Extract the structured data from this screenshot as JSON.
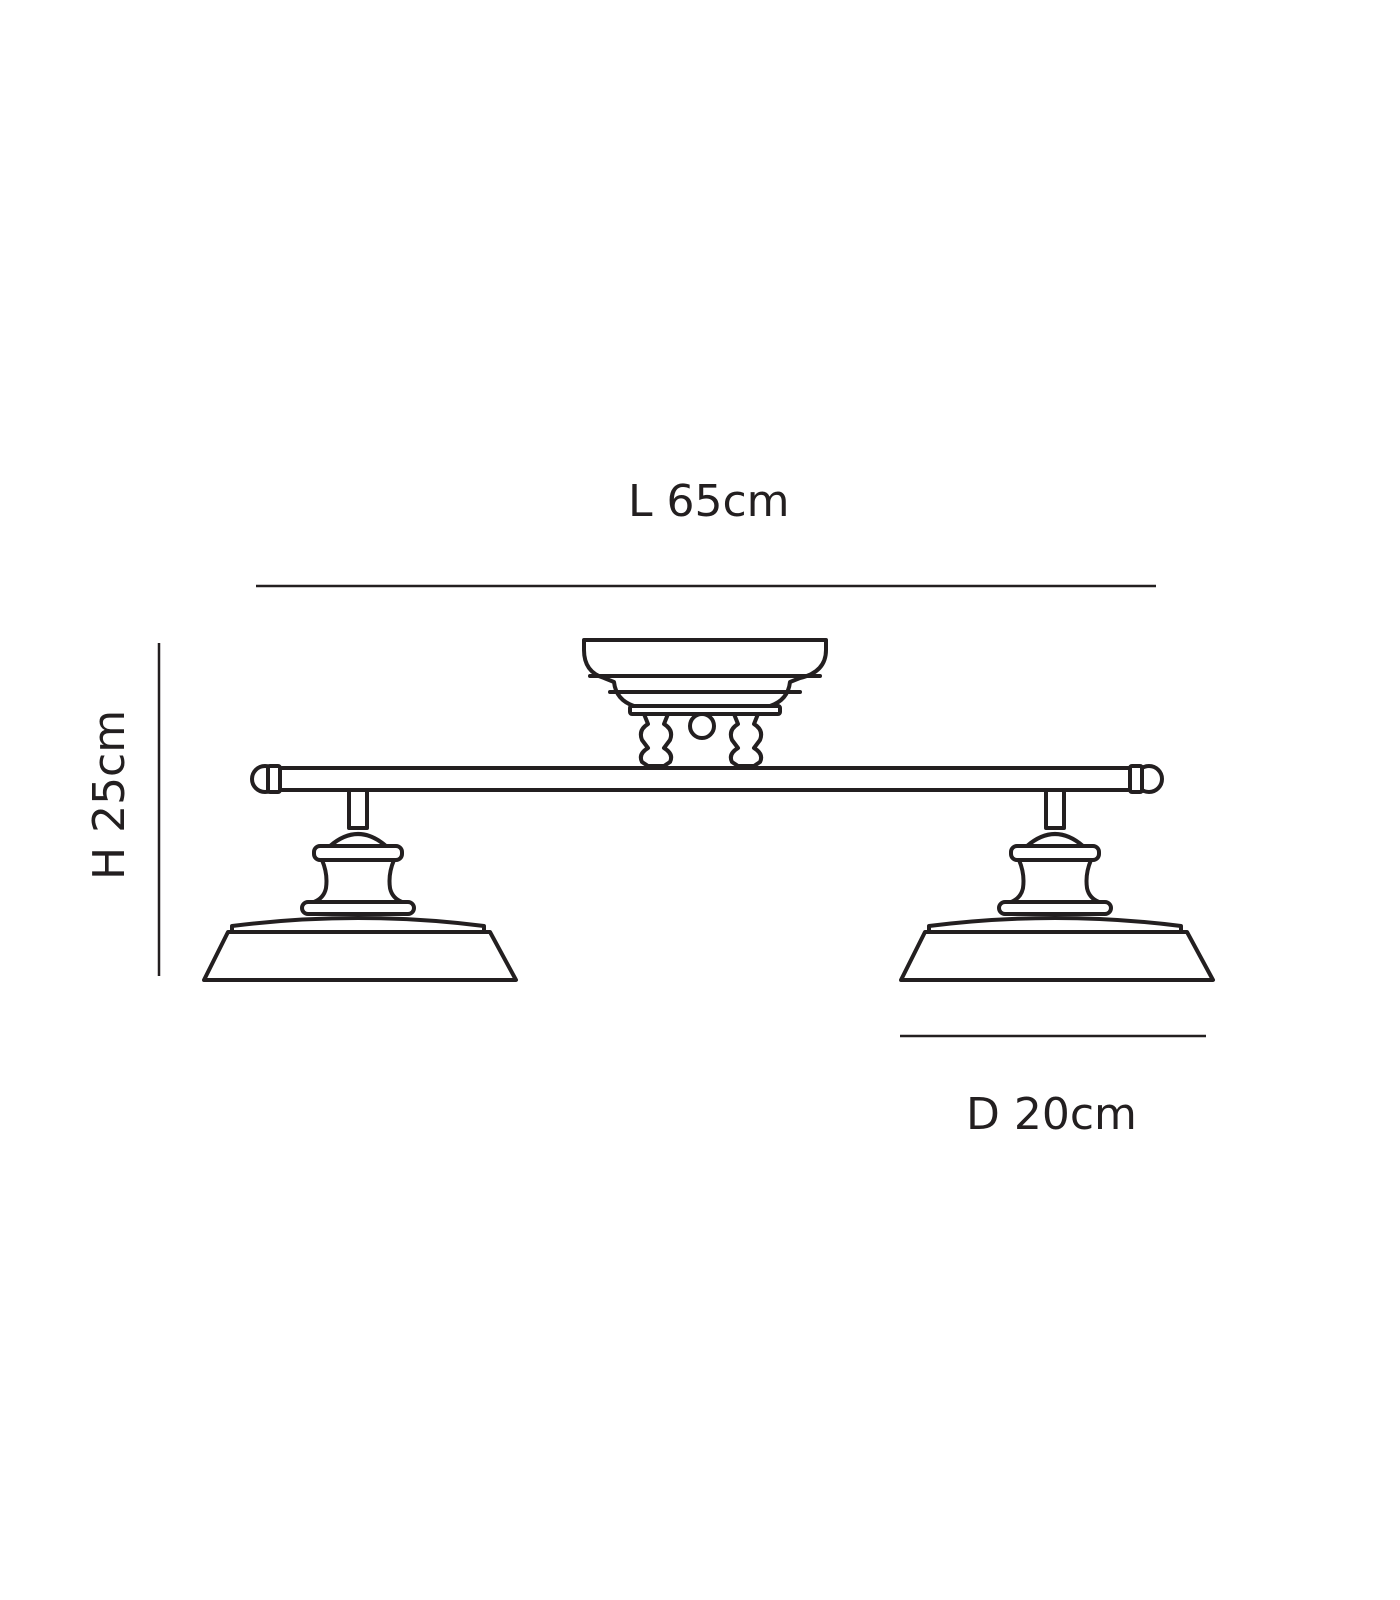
{
  "dimensions": {
    "length_label": "L 65cm",
    "height_label": "H 25cm",
    "depth_label": "D 20cm"
  },
  "colors": {
    "line": "#231f20",
    "background": "#ffffff"
  }
}
